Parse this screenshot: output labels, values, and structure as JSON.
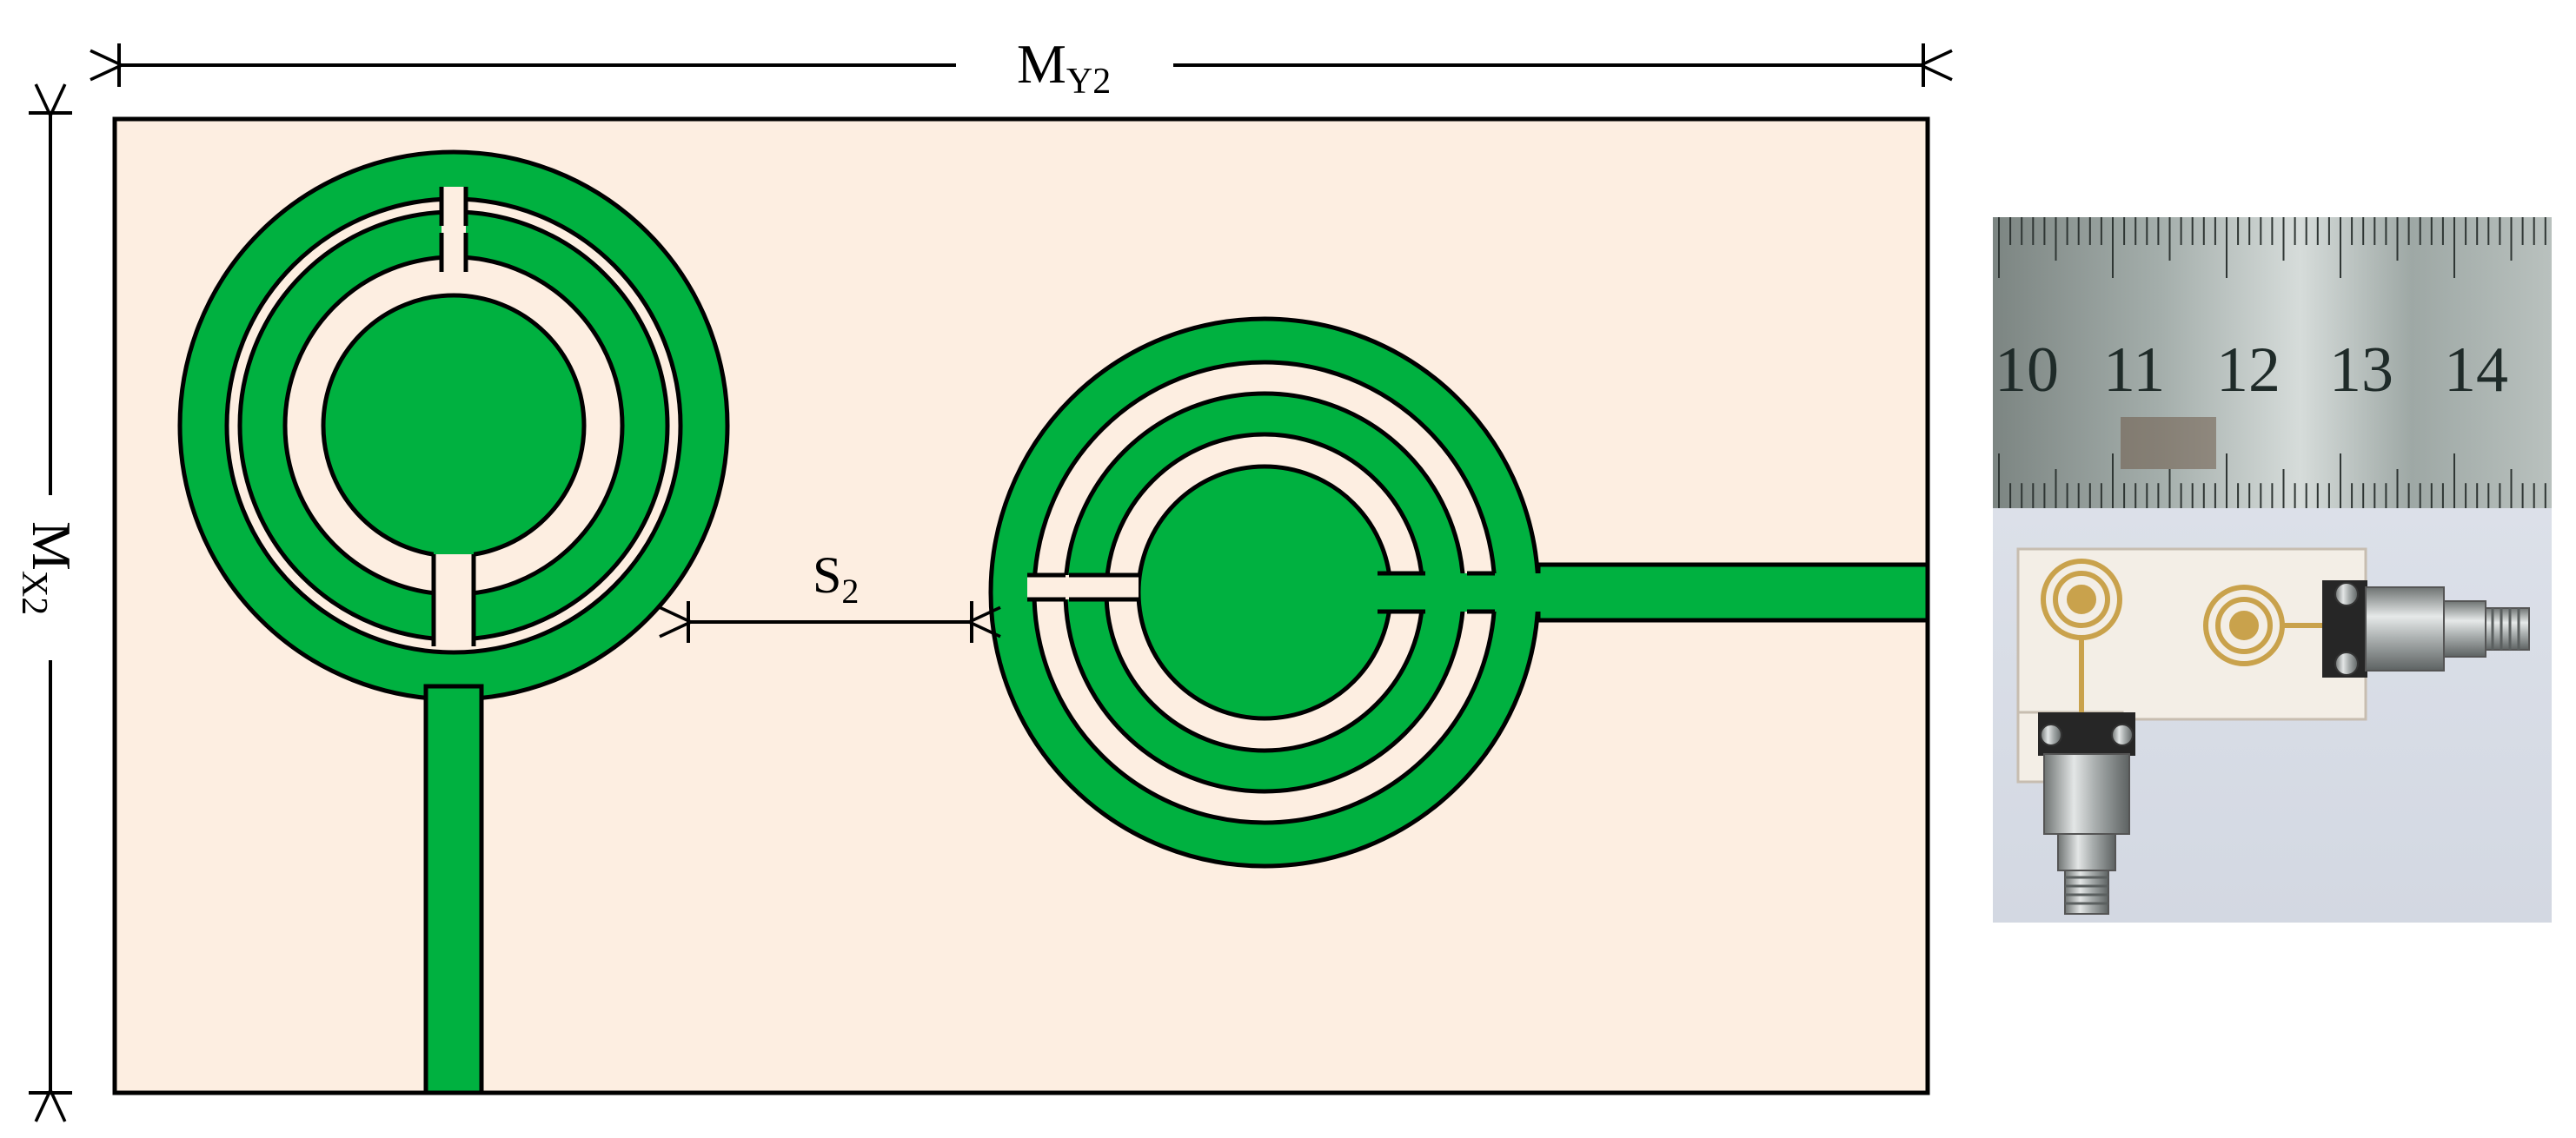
{
  "diagram": {
    "dimensions": {
      "my2": {
        "main": "M",
        "sub": "Y2"
      },
      "mx2": {
        "main": "M",
        "sub": "X2"
      },
      "s2": {
        "main": "S",
        "sub": "2"
      }
    }
  },
  "photo": {
    "ruler_numbers": [
      "10",
      "11",
      "12",
      "13",
      "14"
    ]
  },
  "colors": {
    "substrate": "#fdeee1",
    "copper": "#00b140",
    "outline": "#000000"
  }
}
